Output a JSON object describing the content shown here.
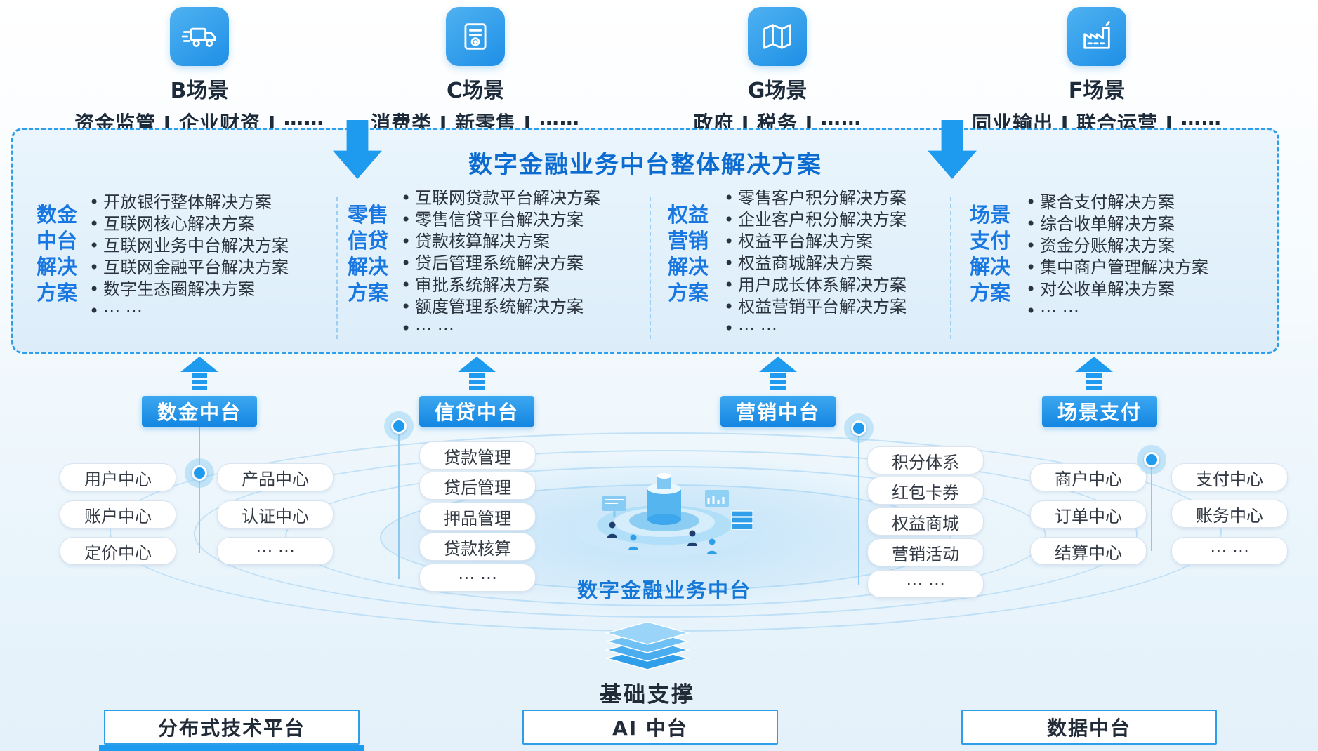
{
  "palette": {
    "accent_blue": "#1E9AEF",
    "deep_blue": "#0B6BD0",
    "label_blue": "#1877E0",
    "text_dark": "#1D2A3A"
  },
  "scenarios": [
    {
      "icon": "truck-icon",
      "title": "B场景",
      "subtitle": "资金监管 I 企业财资 I ⋯⋯"
    },
    {
      "icon": "receipt-icon",
      "title": "C场景",
      "subtitle": "消费类 I 新零售 I ⋯⋯"
    },
    {
      "icon": "map-icon",
      "title": "G场景",
      "subtitle": "政府 I 税务 I ⋯⋯"
    },
    {
      "icon": "factory-icon",
      "title": "F场景",
      "subtitle": "同业输出 I 联合运营 I ⋯⋯"
    }
  ],
  "solution_panel": {
    "title": "数字金融业务中台整体解决方案",
    "columns": [
      {
        "label": "数金\n中台\n解决\n方案",
        "items": [
          "开放银行整体解决方案",
          "互联网核心解决方案",
          "互联网业务中台解决方案",
          "互联网金融平台解决方案",
          "数字生态圈解决方案",
          "⋯ ⋯"
        ]
      },
      {
        "label": "零售\n信贷\n解决\n方案",
        "items": [
          "互联网贷款平台解决方案",
          "零售信贷平台解决方案",
          "贷款核算解决方案",
          "贷后管理系统解决方案",
          "审批系统解决方案",
          "额度管理系统解决方案",
          "⋯ ⋯"
        ]
      },
      {
        "label": "权益\n营销\n解决\n方案",
        "items": [
          "零售客户积分解决方案",
          "企业客户积分解决方案",
          "权益平台解决方案",
          "权益商城解决方案",
          "用户成长体系解决方案",
          "权益营销平台解决方案",
          "⋯ ⋯"
        ]
      },
      {
        "label": "场景\n支付\n解决\n方案",
        "items": [
          "聚合支付解决方案",
          "综合收单解决方案",
          "资金分账解决方案",
          "集中商户管理解决方案",
          "对公收单解决方案",
          "⋯ ⋯"
        ]
      }
    ]
  },
  "middle": {
    "buttons": [
      "数金中台",
      "信贷中台",
      "营销中台",
      "场景支付"
    ],
    "center_label": "数字金融业务中台",
    "groups": {
      "shujin": {
        "left": [
          "用户中心",
          "账户中心",
          "定价中心"
        ],
        "right": [
          "产品中心",
          "认证中心",
          "⋯ ⋯"
        ]
      },
      "xindai": [
        "贷款管理",
        "贷后管理",
        "押品管理",
        "贷款核算",
        "⋯ ⋯"
      ],
      "yingxiao": [
        "积分体系",
        "红包卡券",
        "权益商城",
        "营销活动",
        "⋯ ⋯"
      ],
      "changjing": {
        "left": [
          "商户中心",
          "订单中心",
          "结算中心"
        ],
        "right": [
          "支付中心",
          "账务中心",
          "⋯ ⋯"
        ]
      }
    }
  },
  "foundation": {
    "label": "基础支撑",
    "stack_icon": "layers-stack-icon",
    "boxes": [
      "分布式技术平台",
      "AI 中台",
      "数据中台"
    ]
  }
}
